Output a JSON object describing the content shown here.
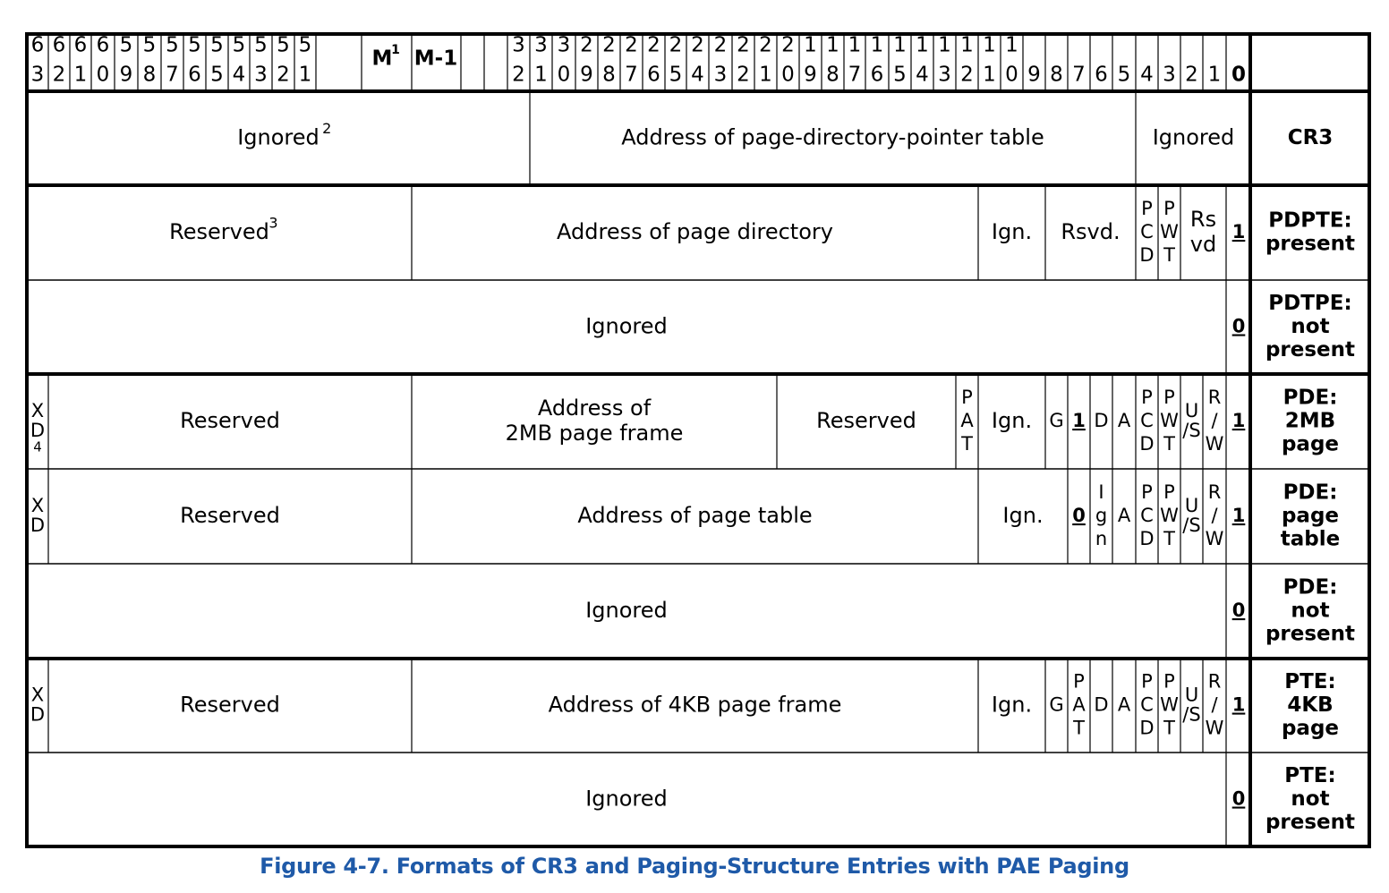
{
  "bit_header": {
    "high_bits": [
      [
        "6",
        "3"
      ],
      [
        "6",
        "2"
      ],
      [
        "6",
        "1"
      ],
      [
        "6",
        "0"
      ],
      [
        "5",
        "9"
      ],
      [
        "5",
        "8"
      ],
      [
        "5",
        "7"
      ],
      [
        "5",
        "6"
      ],
      [
        "5",
        "5"
      ],
      [
        "5",
        "4"
      ],
      [
        "5",
        "3"
      ],
      [
        "5",
        "2"
      ],
      [
        "5",
        "1"
      ]
    ],
    "m_label": "M",
    "m_sup": "1",
    "m_minus_label": "M-1",
    "low_bits": [
      [
        "3",
        "2"
      ],
      [
        "3",
        "1"
      ],
      [
        "3",
        "0"
      ],
      [
        "2",
        "9"
      ],
      [
        "2",
        "8"
      ],
      [
        "2",
        "7"
      ],
      [
        "2",
        "6"
      ],
      [
        "2",
        "5"
      ],
      [
        "2",
        "4"
      ],
      [
        "2",
        "3"
      ],
      [
        "2",
        "2"
      ],
      [
        "2",
        "1"
      ],
      [
        "2",
        "0"
      ],
      [
        "1",
        "9"
      ],
      [
        "1",
        "8"
      ],
      [
        "1",
        "7"
      ],
      [
        "1",
        "6"
      ],
      [
        "1",
        "5"
      ],
      [
        "1",
        "4"
      ],
      [
        "1",
        "3"
      ],
      [
        "1",
        "2"
      ],
      [
        "1",
        "1"
      ],
      [
        "1",
        "0"
      ],
      [
        "9"
      ],
      [
        "8"
      ],
      [
        "7"
      ],
      [
        "6"
      ],
      [
        "5"
      ],
      [
        "4"
      ],
      [
        "3"
      ],
      [
        "2"
      ],
      [
        "1"
      ],
      [
        "0"
      ]
    ]
  },
  "rows": [
    {
      "name": "cr3",
      "label": [
        "CR3"
      ],
      "fields": [
        {
          "text": [
            "Ignored"
          ],
          "sup": "2",
          "from": 63,
          "to": 32
        },
        {
          "text": [
            "Address of page-directory-pointer table"
          ],
          "from": 31,
          "to": 5
        },
        {
          "text": [
            "Ignored"
          ],
          "from": 4,
          "to": 0
        }
      ]
    },
    {
      "name": "pdpte-present",
      "label": [
        "PDPTE:",
        "present"
      ],
      "fields": [
        {
          "text": [
            "Reserved"
          ],
          "sup": "3",
          "from": 63,
          "to": "M"
        },
        {
          "text": [
            "Address of page directory"
          ],
          "from": "M-1",
          "to": 12
        },
        {
          "text": [
            "Ign."
          ],
          "from": 11,
          "to": 9
        },
        {
          "text": [
            "Rsvd."
          ],
          "from": 8,
          "to": 5
        },
        {
          "text": [
            "P",
            "C",
            "D"
          ],
          "from": 4,
          "to": 4
        },
        {
          "text": [
            "P",
            "W",
            "T"
          ],
          "from": 3,
          "to": 3
        },
        {
          "text": [
            "Rs",
            "vd"
          ],
          "from": 2,
          "to": 1
        },
        {
          "text": [
            "1"
          ],
          "from": 0,
          "to": 0,
          "strong": true
        }
      ]
    },
    {
      "name": "pdpte-not-present",
      "label": [
        "PDTPE:",
        "not",
        "present"
      ],
      "fields": [
        {
          "text": [
            "Ignored"
          ],
          "from": 63,
          "to": 1
        },
        {
          "text": [
            "0"
          ],
          "from": 0,
          "to": 0,
          "strong": true
        }
      ]
    },
    {
      "name": "pde-2mb-page",
      "label": [
        "PDE:",
        "2MB",
        "page"
      ],
      "fields": [
        {
          "text": [
            "X",
            "D"
          ],
          "sub": "4",
          "from": 63,
          "to": 63
        },
        {
          "text": [
            "Reserved"
          ],
          "from": 62,
          "to": "M"
        },
        {
          "text": [
            "Address of",
            "2MB page frame"
          ],
          "from": "M-1",
          "to": 21
        },
        {
          "text": [
            "Reserved"
          ],
          "from": 20,
          "to": 13
        },
        {
          "text": [
            "P",
            "A",
            "T"
          ],
          "from": 12,
          "to": 12
        },
        {
          "text": [
            "Ign."
          ],
          "from": 11,
          "to": 9
        },
        {
          "text": [
            "G"
          ],
          "from": 8,
          "to": 8
        },
        {
          "text": [
            "1"
          ],
          "from": 7,
          "to": 7,
          "strong": true
        },
        {
          "text": [
            "D"
          ],
          "from": 6,
          "to": 6
        },
        {
          "text": [
            "A"
          ],
          "from": 5,
          "to": 5
        },
        {
          "text": [
            "P",
            "C",
            "D"
          ],
          "from": 4,
          "to": 4
        },
        {
          "text": [
            "P",
            "W",
            "T"
          ],
          "from": 3,
          "to": 3
        },
        {
          "text": [
            "U",
            "/S"
          ],
          "from": 2,
          "to": 2
        },
        {
          "text": [
            "R",
            "/",
            "W"
          ],
          "from": 1,
          "to": 1
        },
        {
          "text": [
            "1"
          ],
          "from": 0,
          "to": 0,
          "strong": true
        }
      ]
    },
    {
      "name": "pde-page-table",
      "label": [
        "PDE:",
        "page",
        "table"
      ],
      "fields": [
        {
          "text": [
            "X",
            "D"
          ],
          "from": 63,
          "to": 63
        },
        {
          "text": [
            "Reserved"
          ],
          "from": 62,
          "to": "M"
        },
        {
          "text": [
            "Address of page table"
          ],
          "from": "M-1",
          "to": 12
        },
        {
          "text": [
            "Ign."
          ],
          "from": 11,
          "to": 8
        },
        {
          "text": [
            "0"
          ],
          "from": 7,
          "to": 7,
          "strong": true
        },
        {
          "text": [
            "I",
            "g",
            "n"
          ],
          "from": 6,
          "to": 6
        },
        {
          "text": [
            "A"
          ],
          "from": 5,
          "to": 5
        },
        {
          "text": [
            "P",
            "C",
            "D"
          ],
          "from": 4,
          "to": 4
        },
        {
          "text": [
            "P",
            "W",
            "T"
          ],
          "from": 3,
          "to": 3
        },
        {
          "text": [
            "U",
            "/S"
          ],
          "from": 2,
          "to": 2
        },
        {
          "text": [
            "R",
            "/",
            "W"
          ],
          "from": 1,
          "to": 1
        },
        {
          "text": [
            "1"
          ],
          "from": 0,
          "to": 0,
          "strong": true
        }
      ]
    },
    {
      "name": "pde-not-present",
      "label": [
        "PDE:",
        "not",
        "present"
      ],
      "fields": [
        {
          "text": [
            "Ignored"
          ],
          "from": 63,
          "to": 1
        },
        {
          "text": [
            "0"
          ],
          "from": 0,
          "to": 0,
          "strong": true
        }
      ]
    },
    {
      "name": "pte-4kb-page",
      "label": [
        "PTE:",
        "4KB",
        "page"
      ],
      "fields": [
        {
          "text": [
            "X",
            "D"
          ],
          "from": 63,
          "to": 63
        },
        {
          "text": [
            "Reserved"
          ],
          "from": 62,
          "to": "M"
        },
        {
          "text": [
            "Address of 4KB page frame"
          ],
          "from": "M-1",
          "to": 12
        },
        {
          "text": [
            "Ign."
          ],
          "from": 11,
          "to": 9
        },
        {
          "text": [
            "G"
          ],
          "from": 8,
          "to": 8
        },
        {
          "text": [
            "P",
            "A",
            "T"
          ],
          "from": 7,
          "to": 7
        },
        {
          "text": [
            "D"
          ],
          "from": 6,
          "to": 6
        },
        {
          "text": [
            "A"
          ],
          "from": 5,
          "to": 5
        },
        {
          "text": [
            "P",
            "C",
            "D"
          ],
          "from": 4,
          "to": 4
        },
        {
          "text": [
            "P",
            "W",
            "T"
          ],
          "from": 3,
          "to": 3
        },
        {
          "text": [
            "U",
            "/S"
          ],
          "from": 2,
          "to": 2
        },
        {
          "text": [
            "R",
            "/",
            "W"
          ],
          "from": 1,
          "to": 1
        },
        {
          "text": [
            "1"
          ],
          "from": 0,
          "to": 0,
          "strong": true
        }
      ]
    },
    {
      "name": "pte-not-present",
      "label": [
        "PTE:",
        "not",
        "present"
      ],
      "fields": [
        {
          "text": [
            "Ignored"
          ],
          "from": 63,
          "to": 1
        },
        {
          "text": [
            "0"
          ],
          "from": 0,
          "to": 0,
          "strong": true
        }
      ]
    }
  ],
  "caption": "Figure 4-7.  Formats of CR3 and Paging-Structure Entries with PAE Paging",
  "colors": {
    "caption": "#1f5aa8",
    "lines": "#000000",
    "background": "#ffffff"
  }
}
